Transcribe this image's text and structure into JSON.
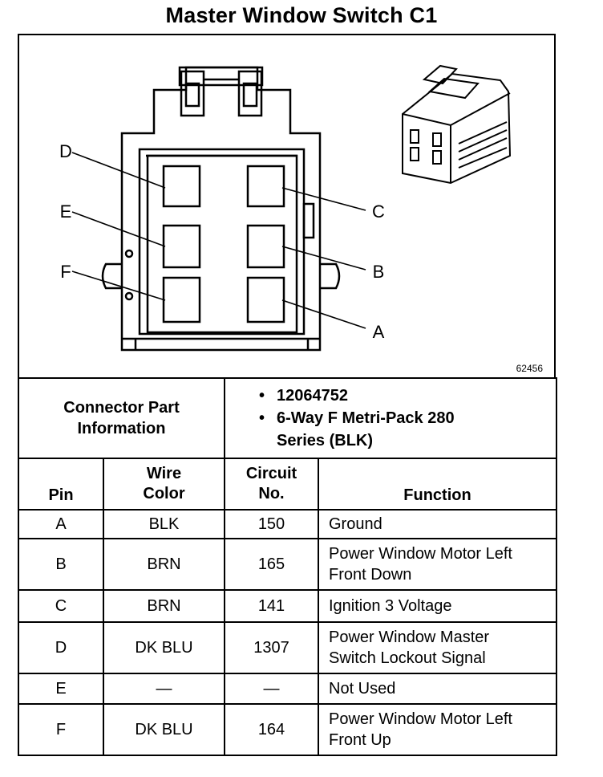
{
  "title": "Master Window Switch C1",
  "figure_id": "62456",
  "pin_labels": [
    "A",
    "B",
    "C",
    "D",
    "E",
    "F"
  ],
  "connector_info": {
    "label": "Connector Part Information",
    "items": [
      "12064752",
      "6-Way F Metri-Pack 280 Series (BLK)"
    ]
  },
  "table": {
    "headers": {
      "pin": "Pin",
      "wire_color": "Wire Color",
      "circuit": "Circuit No.",
      "function": "Function"
    },
    "rows": [
      {
        "pin": "A",
        "wire_color": "BLK",
        "circuit": "150",
        "function": "Ground"
      },
      {
        "pin": "B",
        "wire_color": "BRN",
        "circuit": "165",
        "function": "Power Window Motor Left Front Down"
      },
      {
        "pin": "C",
        "wire_color": "BRN",
        "circuit": "141",
        "function": "Ignition 3 Voltage"
      },
      {
        "pin": "D",
        "wire_color": "DK BLU",
        "circuit": "1307",
        "function": "Power Window Master Switch Lockout Signal"
      },
      {
        "pin": "E",
        "wire_color": "—",
        "circuit": "—",
        "function": "Not Used"
      },
      {
        "pin": "F",
        "wire_color": "DK BLU",
        "circuit": "164",
        "function": "Power Window Motor Left Front Up"
      }
    ]
  }
}
